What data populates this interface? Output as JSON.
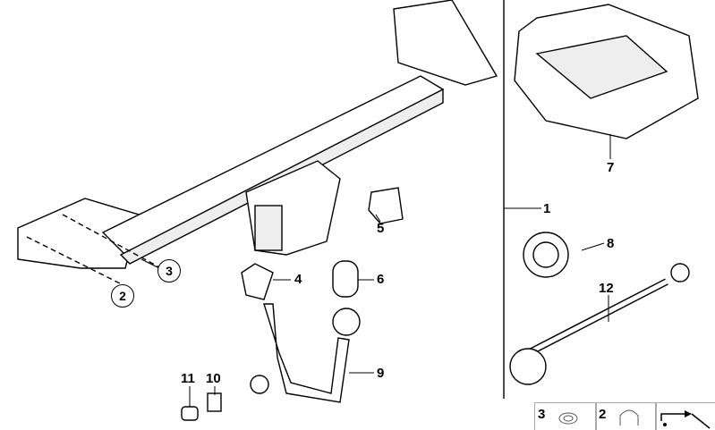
{
  "diagram": {
    "callouts": {
      "p1": "1",
      "p2": "2",
      "p3": "3",
      "p4": "4",
      "p5": "5",
      "p6": "6",
      "p7": "7",
      "p8": "8",
      "p9": "9",
      "p10": "10",
      "p11": "11",
      "p12": "12"
    },
    "bottom_boxes": [
      {
        "label": "3",
        "icon": "nut-icon"
      },
      {
        "label": "2",
        "icon": "cap-nut-icon"
      },
      {
        "icon": "arrow-icon"
      }
    ]
  }
}
